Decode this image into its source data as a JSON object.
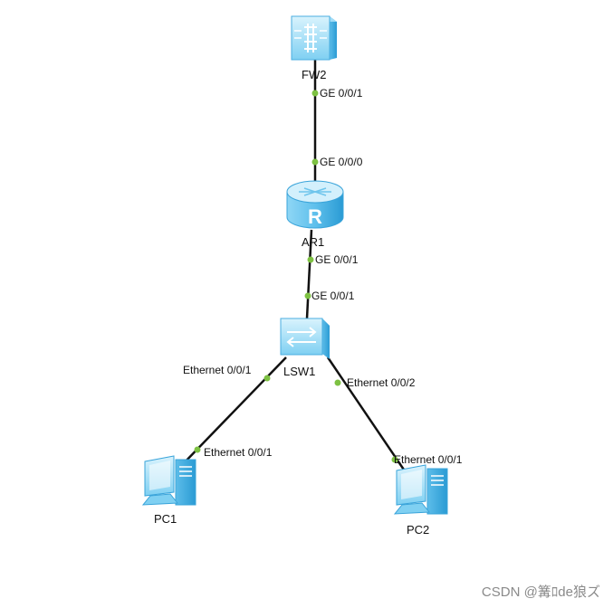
{
  "colors": {
    "link": "#111111",
    "port_dot": "#7dc142",
    "device_light": "#bfe8fb",
    "device_mid": "#6ec6ee",
    "device_dark": "#2a9bd4"
  },
  "devices": {
    "fw2": {
      "name": "FW2",
      "icon": "firewall-icon"
    },
    "ar1": {
      "name": "AR1",
      "icon": "router-icon"
    },
    "lsw1": {
      "name": "LSW1",
      "icon": "switch-icon"
    },
    "pc1": {
      "name": "PC1",
      "icon": "pc-icon"
    },
    "pc2": {
      "name": "PC2",
      "icon": "pc-icon"
    }
  },
  "links": [
    {
      "from": "FW2",
      "from_port": "GE 0/0/1",
      "to": "AR1",
      "to_port": "GE 0/0/0"
    },
    {
      "from": "AR1",
      "from_port": "GE 0/0/1",
      "to": "LSW1",
      "to_port": "GE 0/0/1"
    },
    {
      "from": "LSW1",
      "from_port": "Ethernet 0/0/1",
      "to": "PC1",
      "to_port": "Ethernet 0/0/1"
    },
    {
      "from": "LSW1",
      "from_port": "Ethernet 0/0/2",
      "to": "PC2",
      "to_port": "Ethernet 0/0/1"
    }
  ],
  "watermark": "CSDN @篝ﾛde狼ズ"
}
